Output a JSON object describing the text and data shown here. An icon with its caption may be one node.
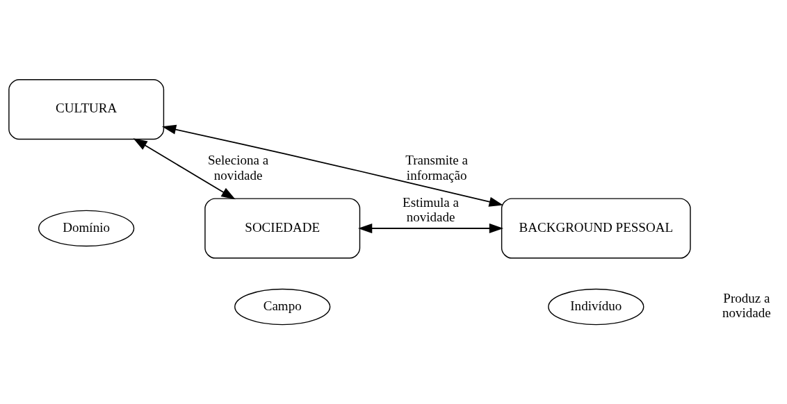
{
  "diagram": {
    "nodes": [
      {
        "text": [
          "CULTURA"
        ]
      },
      {
        "text": [
          "Domínio"
        ]
      },
      {
        "text": [
          "SOCIEDADE"
        ]
      },
      {
        "text": [
          "Campo"
        ]
      },
      {
        "text": [
          "BACKGROUND PESSOAL"
        ]
      },
      {
        "text": [
          "Indivíduo"
        ]
      }
    ],
    "edges": [
      {
        "from": 0,
        "to": 2,
        "arrow": "both",
        "label": "Seleciona a novidade"
      },
      {
        "from": 0,
        "to": 4,
        "arrow": "both",
        "label": "Transmite a informação"
      },
      {
        "from": 2,
        "to": 4,
        "arrow": "both",
        "label": "Estimula a novidade"
      }
    ],
    "labels": [
      "Produz a novidade"
    ]
  }
}
